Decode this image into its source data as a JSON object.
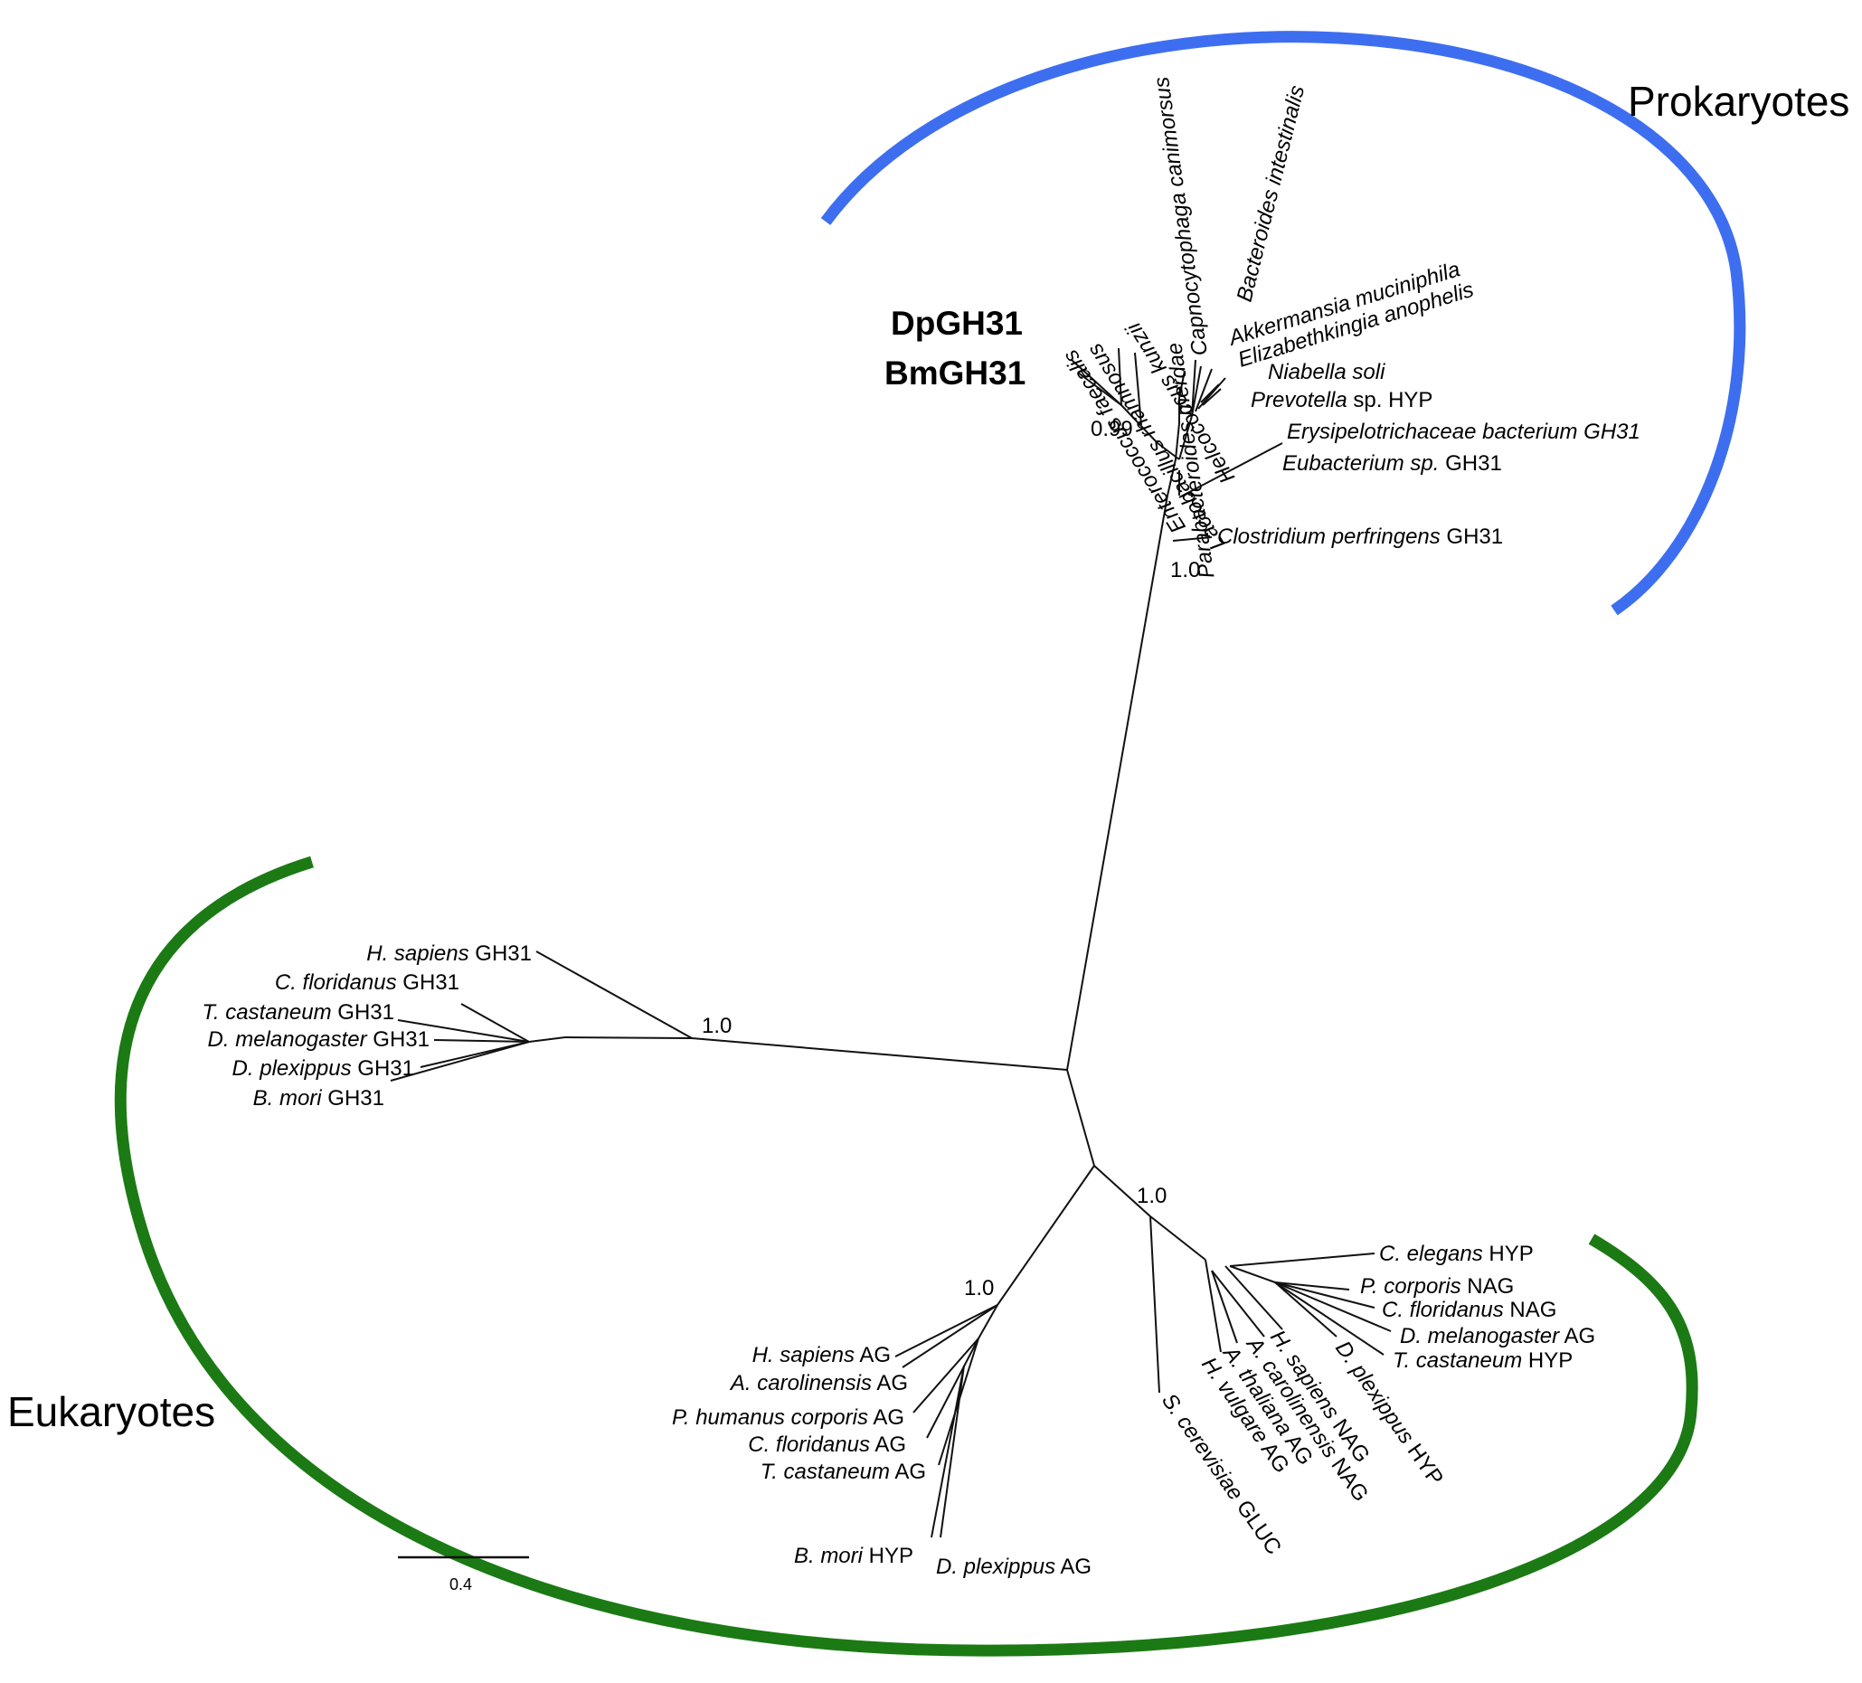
{
  "groups": {
    "prokaryotes": {
      "label": "Prokaryotes",
      "color": "#3e6ef0",
      "label_color": "#1f5da8"
    },
    "eukaryotes": {
      "label": "Eukaryotes",
      "color": "#1b7a14",
      "label_color": "#1b7a14"
    }
  },
  "highlight": {
    "line1": "DpGH31",
    "line2": "BmGH31",
    "color": "#ee1c1c"
  },
  "supports": {
    "enterococcus_node": "0.99",
    "prok_base": "1.0",
    "gh31_node": "1.0",
    "nag_node": "1.0",
    "ag_node": "1.0"
  },
  "scale_bar": {
    "label": "0.4"
  },
  "leaves": {
    "enterococcus": {
      "species": "Enterococcus faecalis",
      "suffix": ""
    },
    "lactobacillus": {
      "species": "Lactobacillus rhamnosus",
      "suffix": ""
    },
    "helcococcus": {
      "species": "Helcococcus kunzii",
      "suffix": ""
    },
    "capnocytophaga": {
      "species": "Capnocytophaga canimorsus",
      "suffix": ""
    },
    "parabacteroides": {
      "species": "Parabacteroides merdae",
      "suffix": ""
    },
    "bacteroides": {
      "species": "Bacteroides intestinalis",
      "suffix": ""
    },
    "akkermansia": {
      "species": "Akkermansia muciniphila",
      "suffix": ""
    },
    "elizabethkingia": {
      "species": "Elizabethkingia anophelis",
      "suffix": ""
    },
    "niabella": {
      "species": "Niabella soli",
      "suffix": ""
    },
    "prevotella": {
      "species": "Prevotella",
      "suffix": " sp. HYP"
    },
    "erysipelotrichaceae": {
      "species": "Erysipelotrichaceae bacterium GH31",
      "suffix": ""
    },
    "eubacterium": {
      "species": "Eubacterium sp.",
      "suffix": " GH31"
    },
    "clostridium": {
      "species": "Clostridium perfringens",
      "suffix": " GH31"
    },
    "hs_gh31": {
      "species": "H. sapiens",
      "suffix": " GH31"
    },
    "cf_gh31": {
      "species": "C. floridanus",
      "suffix": " GH31"
    },
    "tc_gh31": {
      "species": "T. castaneum",
      "suffix": " GH31"
    },
    "dm_gh31": {
      "species": "D. melanogaster",
      "suffix": " GH31"
    },
    "dp_gh31": {
      "species": "D. plexippus",
      "suffix": " GH31"
    },
    "bm_gh31": {
      "species": "B. mori",
      "suffix": " GH31"
    },
    "hs_ag": {
      "species": "H. sapiens",
      "suffix": " AG"
    },
    "ac_ag": {
      "species": "A. carolinensis",
      "suffix": " AG"
    },
    "ph_ag": {
      "species": "P. humanus corporis",
      "suffix": " AG"
    },
    "cf_ag": {
      "species": "C. floridanus",
      "suffix": " AG"
    },
    "tc_ag": {
      "species": "T. castaneum",
      "suffix": " AG"
    },
    "bm_hyp": {
      "species": "B. mori",
      "suffix": " HYP"
    },
    "dp_ag": {
      "species": "D. plexippus",
      "suffix": " AG"
    },
    "sc_gluc": {
      "species": "S. cerevisiae",
      "suffix": " GLUC"
    },
    "hv_ag": {
      "species": "H. vulgare",
      "suffix": " AG"
    },
    "at_ag": {
      "species": "A. thaliana",
      "suffix": " AG"
    },
    "ac_nag": {
      "species": "A. carolinensis",
      "suffix": " NAG"
    },
    "hs_nag": {
      "species": "H. sapiens",
      "suffix": " NAG"
    },
    "dp_hyp": {
      "species": "D. plexippus",
      "suffix": " HYP"
    },
    "ce_hyp": {
      "species": "C. elegans",
      "suffix": " HYP"
    },
    "pc_nag": {
      "species": "P. corporis",
      "suffix": " NAG"
    },
    "cf_nag": {
      "species": "C. floridanus",
      "suffix": " NAG"
    },
    "dm_ag": {
      "species": "D. melanogaster",
      "suffix": " AG"
    },
    "tc_hyp": {
      "species": "T. castaneum",
      "suffix": " HYP"
    }
  }
}
